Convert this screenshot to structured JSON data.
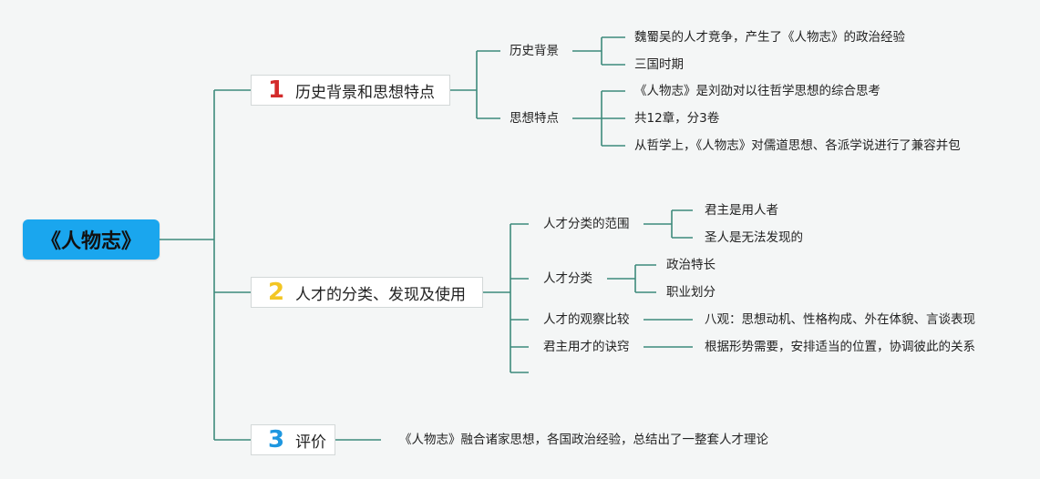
{
  "root": {
    "label": "《人物志》"
  },
  "branches": [
    {
      "num": "1",
      "num_color": "#d32b2b",
      "label": "历史背景和思想特点",
      "subs": [
        {
          "label": "历史背景",
          "leaves": [
            "魏蜀吴的人才竞争，产生了《人物志》的政治经验",
            "三国时期"
          ]
        },
        {
          "label": "思想特点",
          "leaves": [
            "《人物志》是刘劭对以往哲学思想的综合思考",
            "共12章，分3卷",
            "从哲学上，《人物志》对儒道思想、各派学说进行了兼容并包"
          ]
        }
      ]
    },
    {
      "num": "2",
      "num_color": "#f3c623",
      "label": "人才的分类、发现及使用",
      "subs": [
        {
          "label": "人才分类的范围",
          "leaves": [
            "君主是用人者",
            "圣人是无法发现的"
          ]
        },
        {
          "label": "人才分类",
          "leaves": [
            "政治特长",
            "职业划分"
          ]
        },
        {
          "label": "人才的观察比较",
          "leaves": [
            "八观：思想动机、性格构成、外在体貌、言谈表现"
          ]
        },
        {
          "label": "君主用才的诀窍",
          "leaves": [
            "根据形势需要，安排适当的位置，协调彼此的关系"
          ]
        }
      ]
    },
    {
      "num": "3",
      "num_color": "#1e97e0",
      "label": "评价",
      "leaves": [
        "《人物志》融合诸家思想，各国政治经验，总结出了一整套人才理论"
      ]
    }
  ]
}
